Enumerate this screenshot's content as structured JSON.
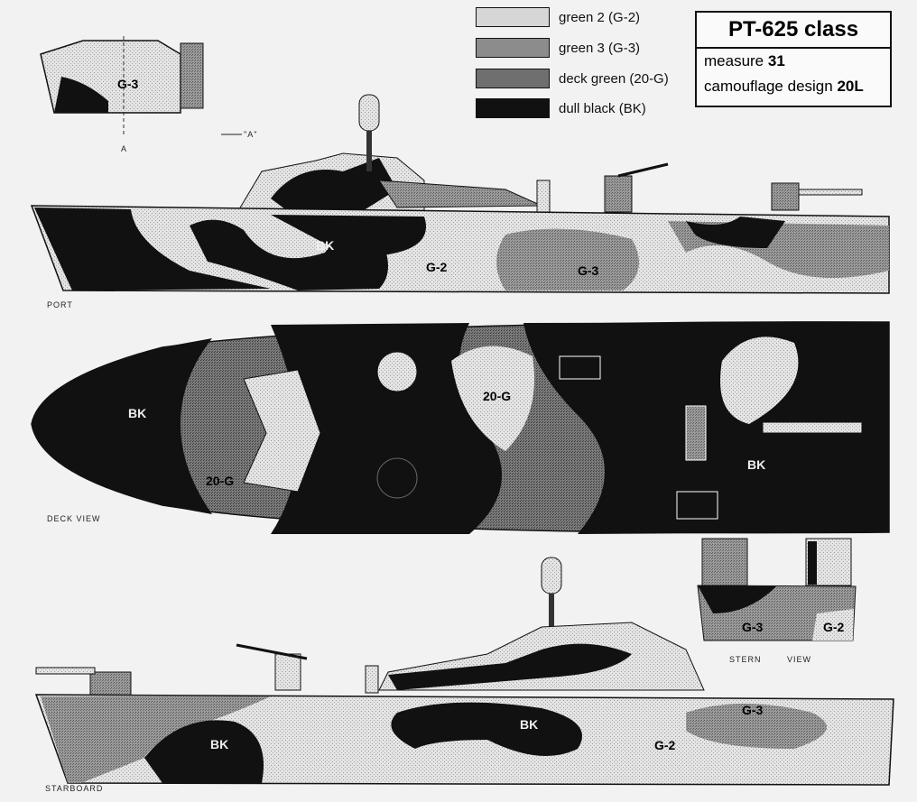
{
  "legend": [
    {
      "label": "green 2 (G-2)",
      "color": "#d6d6d6"
    },
    {
      "label": "green 3 (G-3)",
      "color": "#8c8c8c"
    },
    {
      "label": "deck green (20-G)",
      "color": "#6f6f6f"
    },
    {
      "label": "dull black (BK)",
      "color": "#111111"
    }
  ],
  "title_box": {
    "title": "PT-625 class",
    "measure_label": "measure",
    "measure_value": "31",
    "design_label": "camouflage design",
    "design_value": "20L"
  },
  "section": {
    "color_label": "G-3",
    "cut_mark": "A",
    "arrow_label": "\"A\""
  },
  "port": {
    "view_label": "PORT",
    "labels": [
      "BK",
      "G-2",
      "G-3"
    ]
  },
  "deck": {
    "view_label": "DECK VIEW",
    "labels": [
      "BK",
      "20-G",
      "20-G",
      "BK"
    ]
  },
  "stern": {
    "view_label_1": "STERN",
    "view_label_2": "VIEW",
    "labels": [
      "G-3",
      "G-2"
    ]
  },
  "starboard": {
    "view_label": "STARBOARD",
    "labels": [
      "BK",
      "BK",
      "G-2",
      "G-3"
    ]
  }
}
